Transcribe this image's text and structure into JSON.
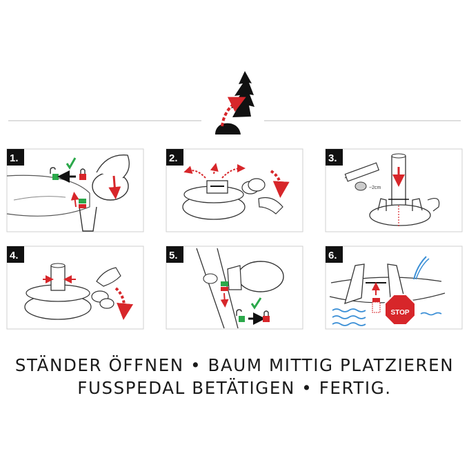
{
  "panels": [
    {
      "number": "1."
    },
    {
      "number": "2."
    },
    {
      "number": "3."
    },
    {
      "number": "4."
    },
    {
      "number": "5."
    },
    {
      "number": "6."
    }
  ],
  "measurement_label": "~2cm",
  "stop_sign_text": "STOP",
  "caption": {
    "line1": "STÄNDER ÖFFNEN • BAUM MITTIG PLATZIEREN",
    "line2": "FUSSPEDAL BETÄTIGEN • FERTIG."
  },
  "colors": {
    "red": "#d7262a",
    "green": "#2ba84a",
    "black": "#111111",
    "blue": "#3b8fd6",
    "frame": "#cfcfcf"
  }
}
